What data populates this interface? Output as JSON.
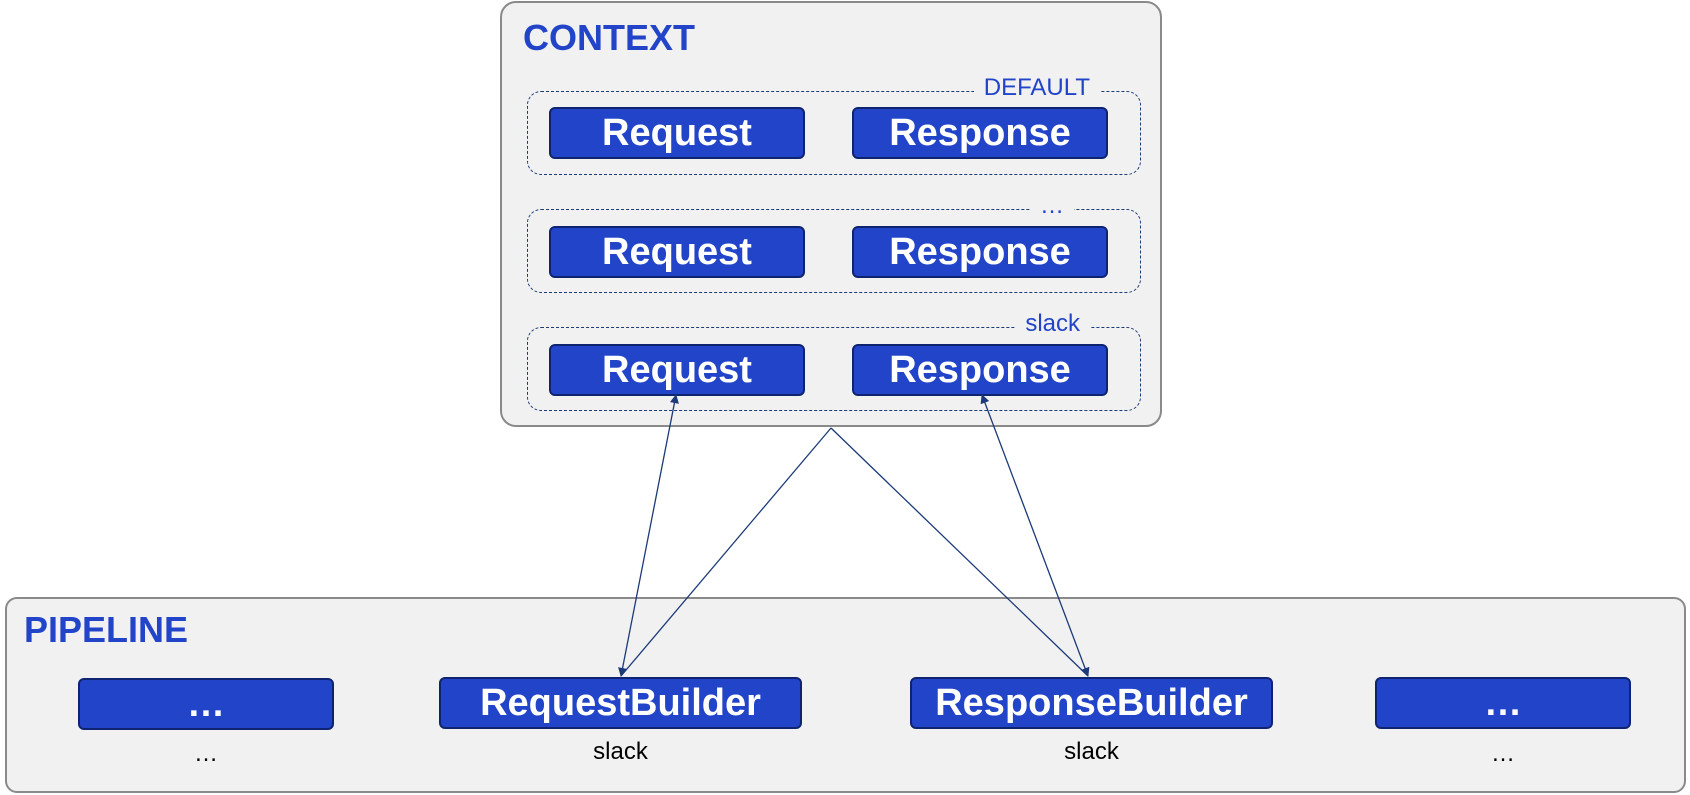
{
  "context": {
    "title": "CONTEXT",
    "groups": [
      {
        "label": "DEFAULT",
        "request": "Request",
        "response": "Response"
      },
      {
        "label": "…",
        "request": "Request",
        "response": "Response"
      },
      {
        "label": "slack",
        "request": "Request",
        "response": "Response"
      }
    ]
  },
  "pipeline": {
    "title": "PIPELINE",
    "stages": [
      {
        "label": "…",
        "sublabel": "…"
      },
      {
        "label": "RequestBuilder",
        "sublabel": "slack"
      },
      {
        "label": "ResponseBuilder",
        "sublabel": "slack"
      },
      {
        "label": "…",
        "sublabel": "…"
      }
    ]
  },
  "colors": {
    "accent": "#2244c8",
    "box_border": "#0f2470",
    "panel_bg": "#f1f1f1",
    "panel_border": "#8a8a8a",
    "connector": "#1c3a78"
  }
}
